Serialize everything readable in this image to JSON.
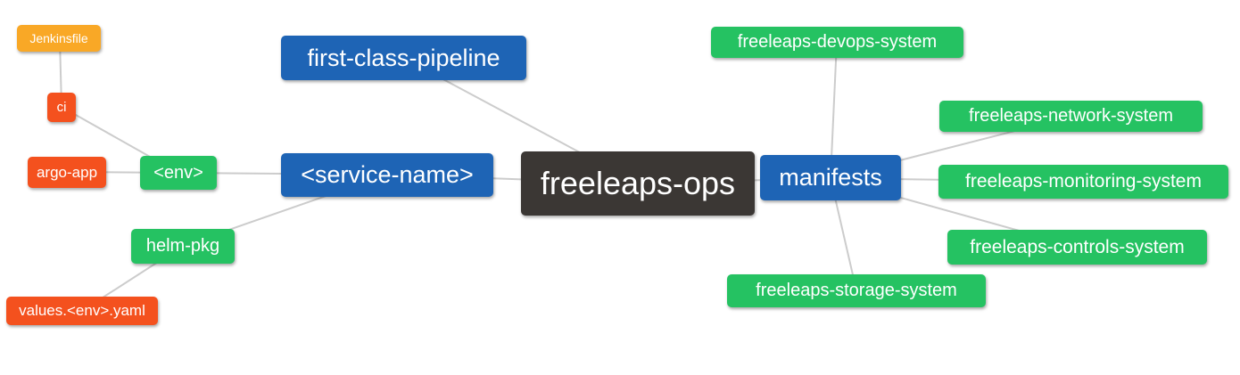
{
  "diagram": {
    "type": "mindmap",
    "root_label": "freeleaps-ops",
    "colors": {
      "root": "#3b3734",
      "primary_branch": "#1e64b5",
      "secondary_branch": "#25c262",
      "leaf": "#f4511e",
      "leaf_alt": "#f9a826",
      "edge": "#cccccc",
      "node_text": "#ffffff",
      "background": "#ffffff"
    },
    "nodes": [
      {
        "id": "root",
        "label": "freeleaps-ops",
        "level": "root",
        "color": "#3b3734"
      },
      {
        "id": "first-class-pipeline",
        "label": "first-class-pipeline",
        "level": "primary",
        "color": "#1e64b5"
      },
      {
        "id": "service-name",
        "label": "<service-name>",
        "level": "primary",
        "color": "#1e64b5"
      },
      {
        "id": "manifests",
        "label": "manifests",
        "level": "primary",
        "color": "#1e64b5"
      },
      {
        "id": "env",
        "label": "<env>",
        "level": "secondary",
        "color": "#25c262"
      },
      {
        "id": "helm-pkg",
        "label": "helm-pkg",
        "level": "secondary",
        "color": "#25c262"
      },
      {
        "id": "ci",
        "label": "ci",
        "level": "leaf",
        "color": "#f4511e"
      },
      {
        "id": "argo-app",
        "label": "argo-app",
        "level": "leaf",
        "color": "#f4511e"
      },
      {
        "id": "values-env-yaml",
        "label": "values.<env>.yaml",
        "level": "leaf",
        "color": "#f4511e"
      },
      {
        "id": "jenkinsfile",
        "label": "Jenkinsfile",
        "level": "leaf",
        "color": "#f9a826"
      },
      {
        "id": "devops-system",
        "label": "freeleaps-devops-system",
        "level": "secondary",
        "color": "#25c262"
      },
      {
        "id": "network-system",
        "label": "freeleaps-network-system",
        "level": "secondary",
        "color": "#25c262"
      },
      {
        "id": "monitoring-system",
        "label": "freeleaps-monitoring-system",
        "level": "secondary",
        "color": "#25c262"
      },
      {
        "id": "controls-system",
        "label": "freeleaps-controls-system",
        "level": "secondary",
        "color": "#25c262"
      },
      {
        "id": "storage-system",
        "label": "freeleaps-storage-system",
        "level": "secondary",
        "color": "#25c262"
      }
    ],
    "edges": [
      [
        "jenkinsfile",
        "ci"
      ],
      [
        "ci",
        "env"
      ],
      [
        "argo-app",
        "env"
      ],
      [
        "env",
        "service-name"
      ],
      [
        "service-name",
        "helm-pkg"
      ],
      [
        "helm-pkg",
        "values-env-yaml"
      ],
      [
        "service-name",
        "root"
      ],
      [
        "first-class-pipeline",
        "root"
      ],
      [
        "root",
        "manifests"
      ],
      [
        "manifests",
        "devops-system"
      ],
      [
        "manifests",
        "network-system"
      ],
      [
        "manifests",
        "monitoring-system"
      ],
      [
        "manifests",
        "controls-system"
      ],
      [
        "manifests",
        "storage-system"
      ]
    ]
  }
}
